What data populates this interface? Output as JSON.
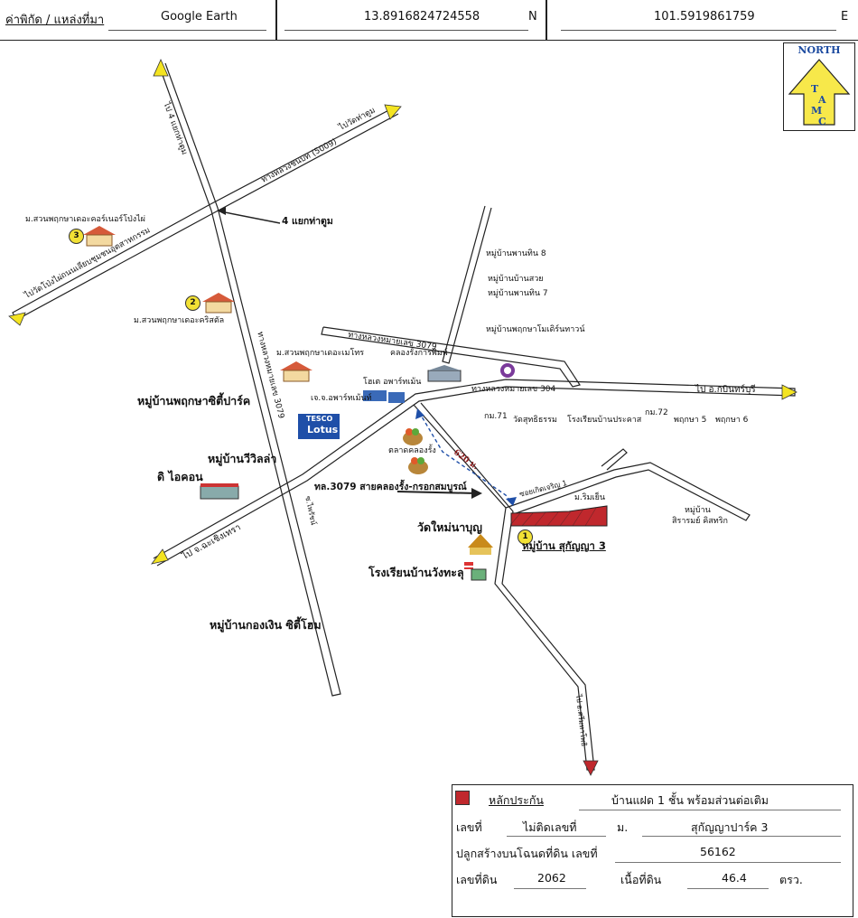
{
  "header": {
    "coord_label": "ค่าพิกัด / แหล่งที่มา",
    "source": "Google Earth",
    "lat": "13.8916824724558",
    "lat_dir": "N",
    "lon": "101.5919861759",
    "lon_dir": "E"
  },
  "north": {
    "title": "NORTH",
    "letters": [
      "T",
      "A",
      "M",
      "C"
    ]
  },
  "labels": {
    "to_thatum": "ไปวัดท่าตูม",
    "rd_5009": "ทางหลวงชนบท (5009)",
    "to_kaeng": "ไป 4 แยกท่าตูม",
    "junction": "4 แยกท่าตูม",
    "to_pongphai": "ไปวัดโป่งไผ่",
    "rd_chumchon": "ถนนเลียบชุมชนอุตสาหกรรม",
    "v3": "ม.สวนพฤกษาเดอะคอร์เนอร์โป่งไผ่",
    "v2": "ม.สวนพฤกษาเดอะคริสตัล",
    "rd_3079v": "ทางหลวงหมายเลข 3079",
    "pat8": "หมู่บ้านพานทิน 8",
    "pat_suay": "หมู่บ้านบ้านสวย",
    "pat7": "หมู่บ้านพานทิน 7",
    "pruksa_town": "หมู่บ้านพฤกษาโมเดิร์นทาวน์",
    "rd_3079h": "ทางหลวงหมายเลข 3079",
    "pruksa_metro": "ม.สวนพฤกษาเดอะเมโทร",
    "printing": "คลองรั้งการพิมพ์",
    "rd_304": "ทางหลวงหมายเลข 304",
    "to_prachin": "ไป อ.กบินทร์บุรี",
    "hotel": "โฮเต อพาร์ทเม้น",
    "apartment": "เจ.จ.อพาร์ทเม้นท์",
    "km71": "กม.71",
    "wat_sutthi": "วัดสุทธิธรรม",
    "school_pra": "โรงเรียนบ้านประคาส",
    "km72": "กม.72",
    "pruksa5": "พฤกษา 5",
    "pruksa6": "พฤกษา 6",
    "pruksa_city": "หมู่บ้านพฤกษาซิตี้ปาร์ค",
    "tesco": "TESCO",
    "lotus": "Lotus",
    "market": "ตลาดคลองรั้ง",
    "dist": "620 ม.",
    "soi": "ซอยเกิดเจริญ 1",
    "m_rimyen": "ม.ริมเย็น",
    "siriporn1": "หมู่บ้าน",
    "siriporn2": "สิรารมย์ คิสทริก",
    "vila": "หมู่บ้านวีวิลล่า",
    "dicon": "ดิ ไอคอน",
    "rd_3079s": "ทล.3079 สายคลองรั้ง-กรอกสมบูรณ์",
    "wat_mai": "วัดใหม่นาบุญ",
    "subject": "หมู่บ้าน สุกัญญา 3",
    "school_wang": "โรงเรียนบ้านวังทะลุ",
    "to_chachoeng": "ไป จ.ฉะเชิงเทรา",
    "soi_s": "ซ.ไพรัชน์",
    "kongngern": "หมู่บ้านกองเงิน ซิตี้โฮม",
    "to_south": "ไป อ.ศรีมหาโพธิ",
    "n1": "1",
    "n2": "2",
    "n3": "3"
  },
  "legend": {
    "collateral": "หลักประกัน",
    "desc": "บ้านแฝด 1 ชั้น พร้อมส่วนต่อเติม",
    "no_label": "เลขที่",
    "no_value": "ไม่ติดเลขที่",
    "moo_label": "ม.",
    "moo_value": "สุกัญญาปาร์ค 3",
    "deed_label": "ปลูกสร้างบนโฉนดที่ดิน เลขที่",
    "deed_value": "56162",
    "land_label": "เลขที่ดิน",
    "land_value": "2062",
    "area_label": "เนื้อที่ดิน",
    "area_value": "46.4",
    "area_unit": "ตรว."
  },
  "colors": {
    "road_arrow": "#f4e421",
    "subject": "#c0282d",
    "route": "#1f4fa8",
    "north_box": "#f7e84a"
  }
}
